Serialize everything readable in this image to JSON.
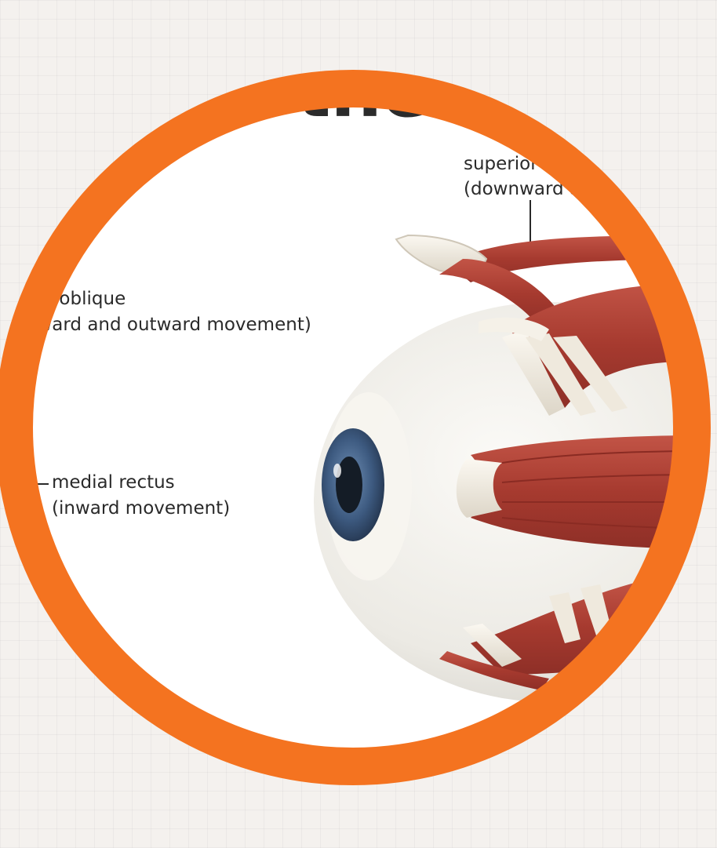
{
  "diagram": {
    "title_fragment": "es of the H",
    "labels": {
      "superior_oblique_right_name": "superior obli",
      "superior_oblique_right_desc": "(downward and",
      "superior_oblique_left_name": "perior oblique",
      "superior_oblique_left_desc": "ownward and outward movement)",
      "medial_rectus_name": "medial rectus",
      "medial_rectus_desc": "(inward movement)"
    }
  },
  "colors": {
    "ring": "#f47320",
    "muscle": "#b24236",
    "iris": "#3d5a80",
    "sclera": "#f2efe9"
  }
}
